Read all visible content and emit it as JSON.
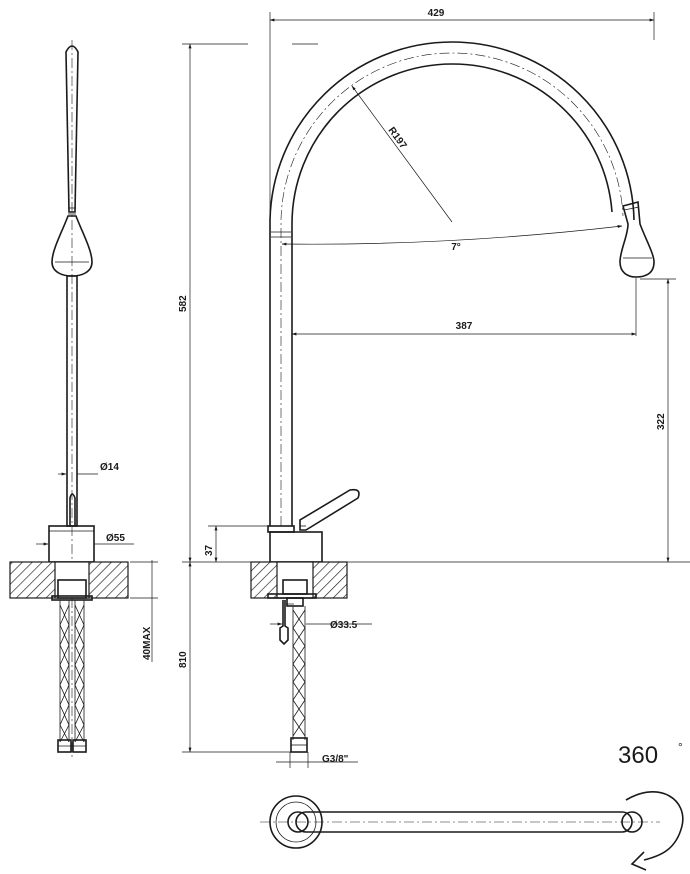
{
  "dimensions": {
    "total_reach": "429",
    "height": "582",
    "radius": "R197",
    "angle": "7°",
    "spout_reach": "387",
    "spout_height": "322",
    "base_height": "37",
    "supply_length": "810",
    "stem_diameter": "Ø14",
    "base_diameter": "Ø55",
    "shank_diameter": "Ø33.5",
    "max_thickness": "40MAX",
    "thread": "G3/8\""
  },
  "rotation": {
    "value": "360",
    "unit": "°"
  }
}
